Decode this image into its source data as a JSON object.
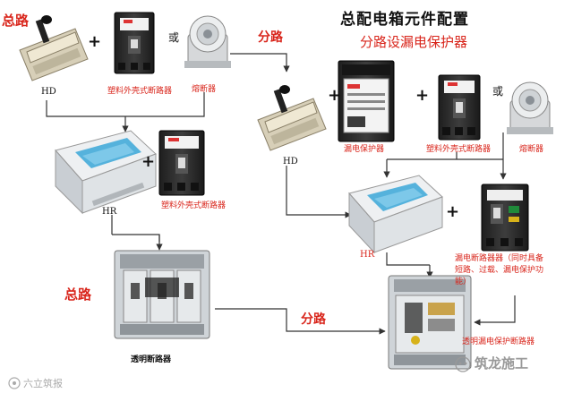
{
  "header": {
    "title": "总配电箱元件配置",
    "subtitle": "分路设漏电保护器"
  },
  "labels": {
    "total_left": "总路",
    "branch_top": "分路",
    "total_mid": "总路",
    "branch_bottom": "分路",
    "or_top": "或",
    "or_right": "或",
    "hd_top": "HD",
    "hd_right": "HD",
    "hr_left": "HR",
    "hr_right": "HR",
    "mccb_top": "塑料外壳式断路器",
    "fuse_top": "熔断器",
    "mccb_left": "塑料外壳式断路器",
    "rcd_right": "漏电保护器",
    "mccb_right": "塑料外壳式断路器",
    "fuse_right": "熔断器",
    "rcbo_line1": "漏电断路器器（同时具备",
    "rcbo_line2": "短路、过载、漏电保护功",
    "rcbo_line3": "能）",
    "transparent_breaker": "透明断路器",
    "transparent_rcd": "透明漏电保护断路器"
  },
  "plus_sign": "+",
  "watermarks": {
    "left": "六立筑报",
    "right": "筑龙施工"
  },
  "colors": {
    "red_text": "#d9261c",
    "line": "#333333",
    "device_dark": "#2a2a2a",
    "device_light": "#e8ebee",
    "handle": "#f2ead8",
    "accent_blue": "#3aa7d8"
  }
}
